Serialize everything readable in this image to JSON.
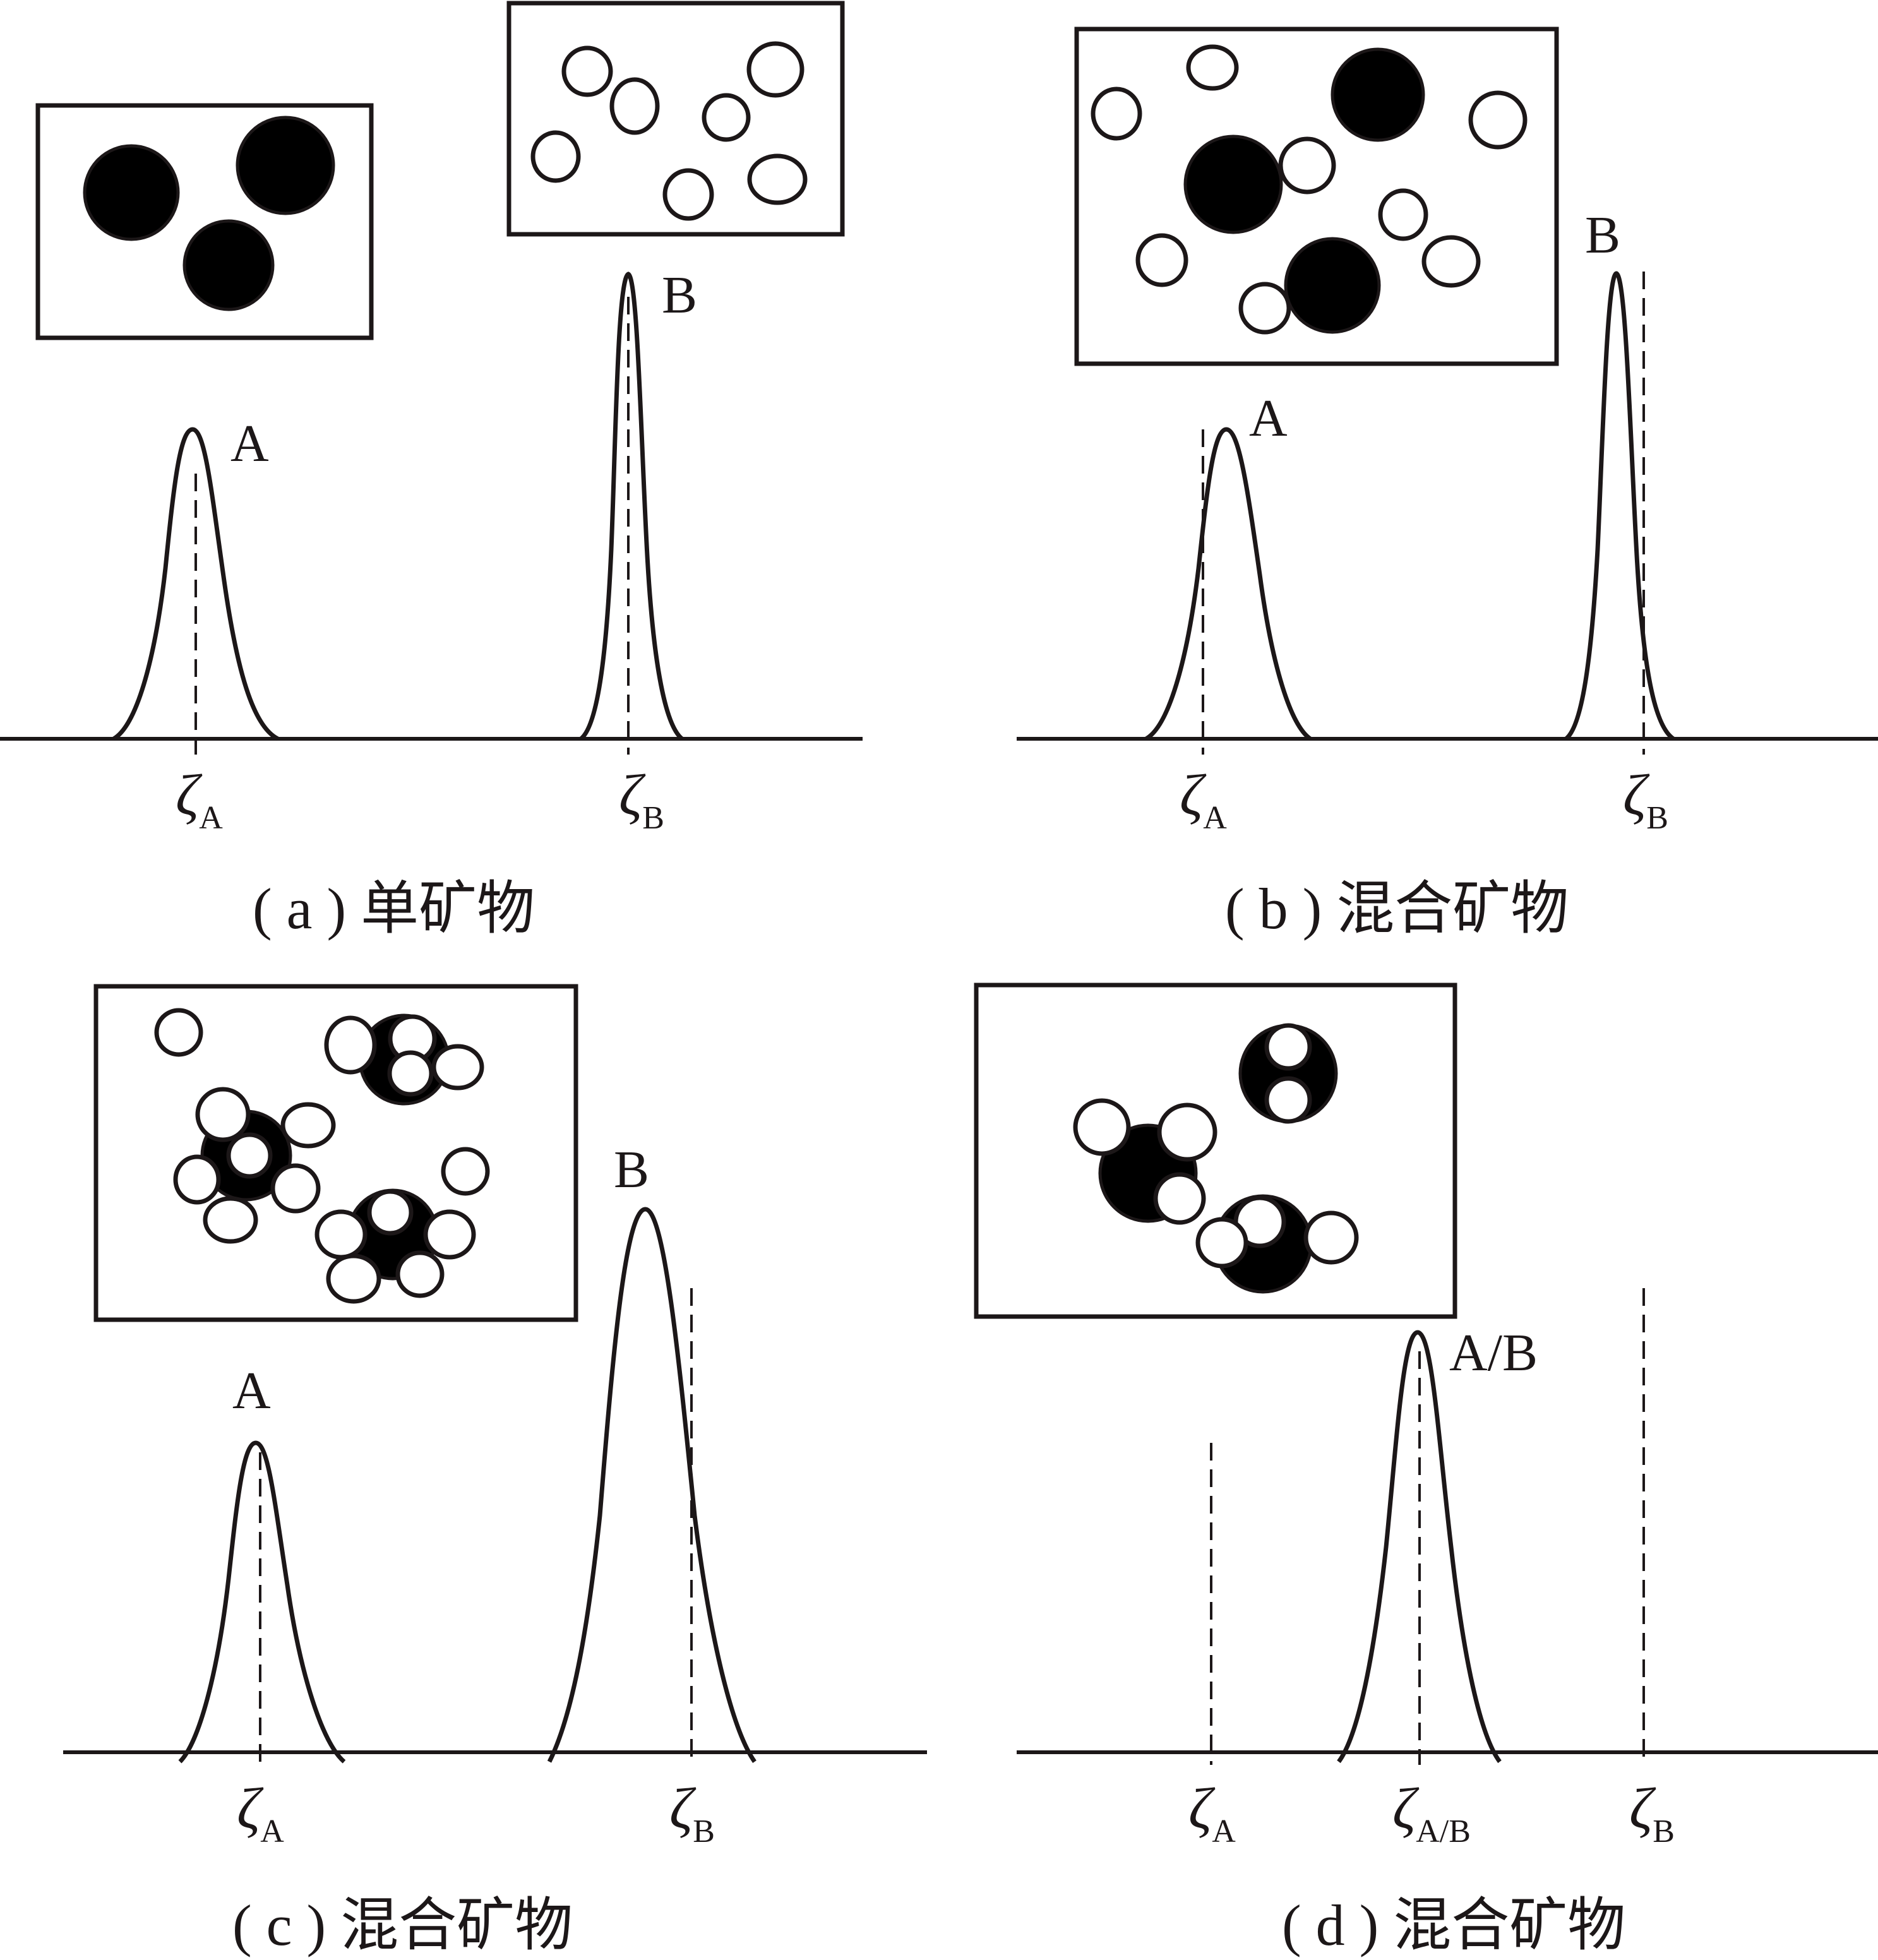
{
  "colors": {
    "ink": "#1c1718",
    "paper": "#ffffff"
  },
  "panels": [
    {
      "id": "a",
      "caption": "( a ) 单矿物",
      "peak_labels": [
        "A",
        "B"
      ],
      "axis_labels": [
        {
          "symbol": "ζ",
          "sub": "A"
        },
        {
          "symbol": "ζ",
          "sub": "B"
        }
      ]
    },
    {
      "id": "b",
      "caption": "( b ) 混合矿物",
      "peak_labels": [
        "A",
        "B"
      ],
      "axis_labels": [
        {
          "symbol": "ζ",
          "sub": "A"
        },
        {
          "symbol": "ζ",
          "sub": "B"
        }
      ]
    },
    {
      "id": "c",
      "caption": "( c ) 混合矿物",
      "peak_labels": [
        "A",
        "B"
      ],
      "axis_labels": [
        {
          "symbol": "ζ",
          "sub": "A"
        },
        {
          "symbol": "ζ",
          "sub": "B"
        }
      ]
    },
    {
      "id": "d",
      "caption": "( d ) 混合矿物",
      "peak_labels": [
        "A/B"
      ],
      "axis_labels": [
        {
          "symbol": "ζ",
          "sub": "A"
        },
        {
          "symbol": "ζ",
          "sub": "A/B"
        },
        {
          "symbol": "ζ",
          "sub": "B"
        }
      ]
    }
  ]
}
